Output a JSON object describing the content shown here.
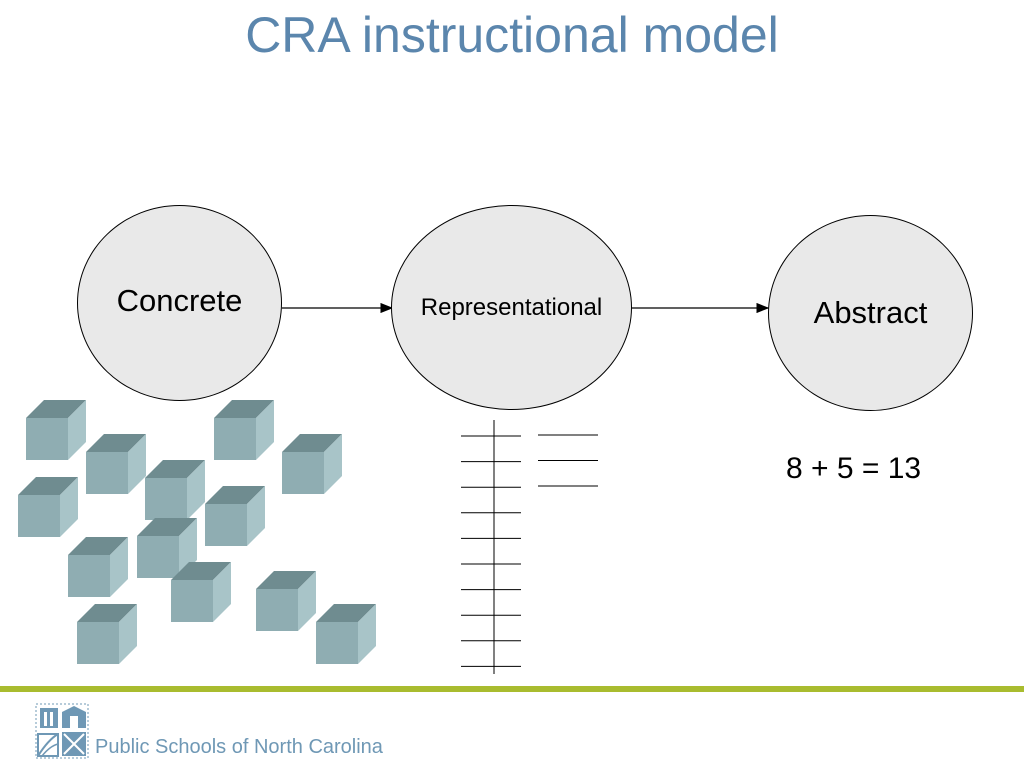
{
  "title": "CRA instructional model",
  "stages": [
    {
      "label": "Concrete"
    },
    {
      "label": "Representational"
    },
    {
      "label": "Abstract"
    }
  ],
  "abstract_example": "8 + 5 = 13",
  "representational_tallies": {
    "left_column_count": 10,
    "right_column_count": 3
  },
  "concrete_cube_count": 13,
  "footer": {
    "organization": "Public Schools of North Carolina"
  },
  "colors": {
    "title": "#5b86ad",
    "node_fill": "#e9e9e9",
    "cube_front": "#8fadb2",
    "cube_top": "#6f8c90",
    "cube_side": "#a8c4c8",
    "footer_rule": "#a9bc2f",
    "footer_text": "#6f98b5"
  }
}
